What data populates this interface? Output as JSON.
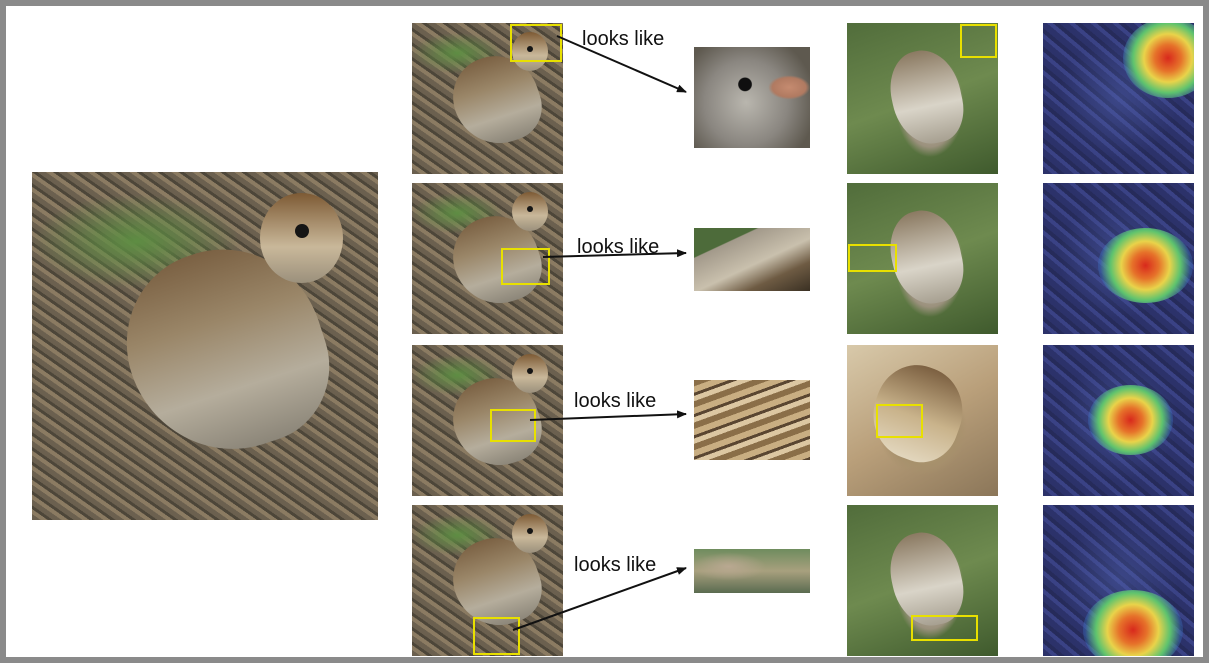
{
  "captions": {
    "row1": "looks like",
    "row2": "looks like",
    "row3": "looks like",
    "row4": "looks like"
  },
  "colors": {
    "frame_border": "#8a8a8a",
    "highlight_box": "#e8e000",
    "arrow": "#111111"
  },
  "icons": [
    "arrow-right-icon"
  ]
}
